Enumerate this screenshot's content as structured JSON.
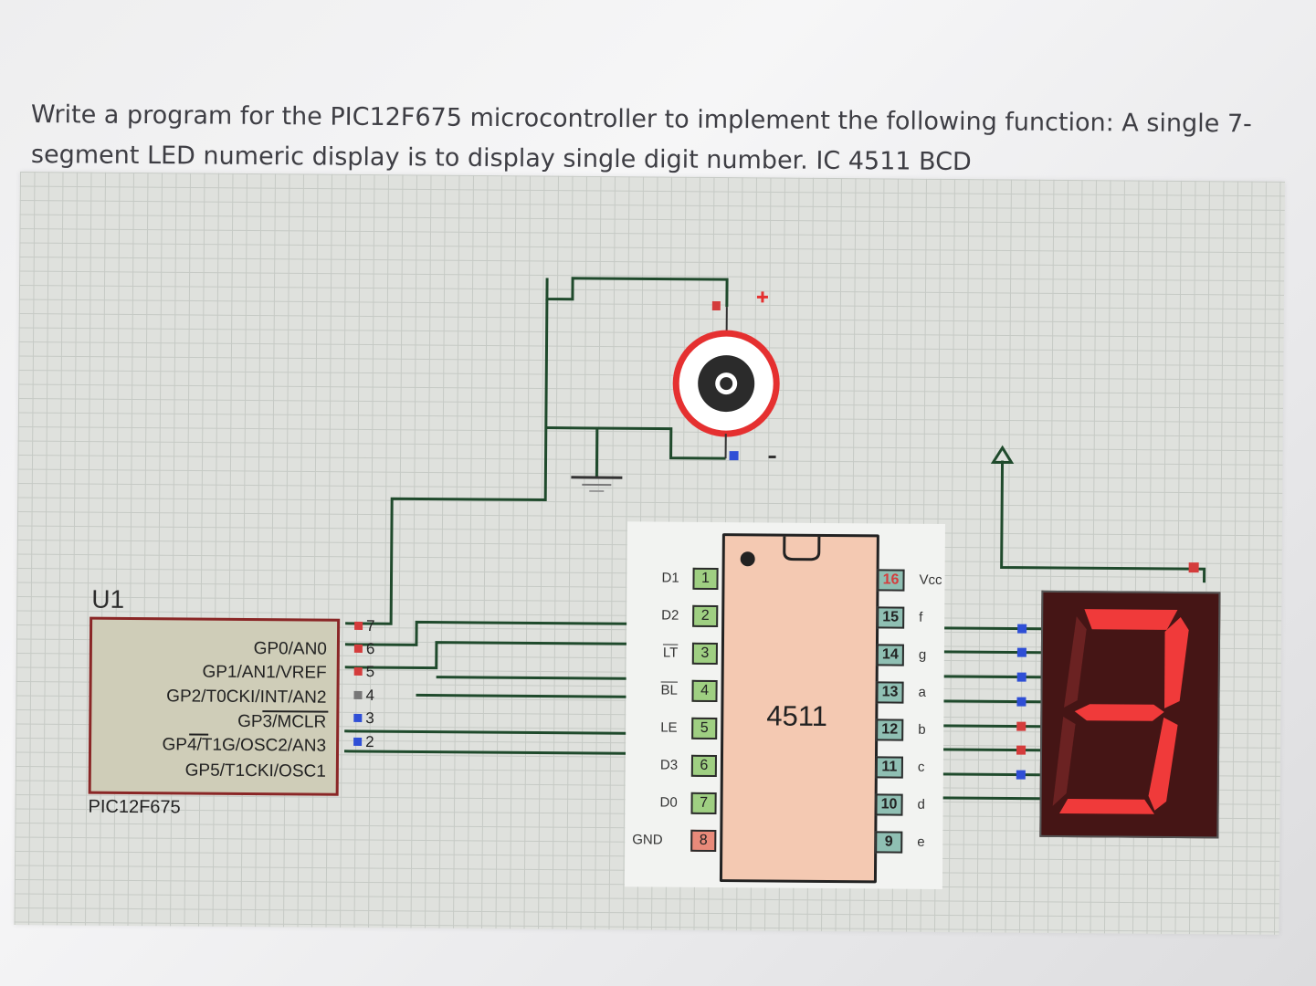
{
  "question": {
    "line1": "Write a program for the PIC12F675 microcontroller to implement the following function: A single 7-",
    "line2": "segment LED numeric display is to display single digit number. IC 4511 BCD"
  },
  "mcu": {
    "ref": "U1",
    "part": "PIC12F675",
    "pins": [
      {
        "name": "GP0/AN0",
        "num": "7"
      },
      {
        "name": "GP1/AN1/VREF",
        "num": "6"
      },
      {
        "name": "GP2/T0CKI/INT/AN2",
        "num": "5"
      },
      {
        "name": "GP3/MCLR",
        "num": "4"
      },
      {
        "name": "GP4/T1G/OSC2/AN3",
        "num": "3"
      },
      {
        "name": "GP5/T1CKI/OSC1",
        "num": "2"
      }
    ]
  },
  "decoder": {
    "name": "4511",
    "left_pins": [
      {
        "label": "D1",
        "num": "1"
      },
      {
        "label": "D2",
        "num": "2"
      },
      {
        "label": "LT",
        "num": "3"
      },
      {
        "label": "BL",
        "num": "4"
      },
      {
        "label": "LE",
        "num": "5"
      },
      {
        "label": "D3",
        "num": "6"
      },
      {
        "label": "D0",
        "num": "7"
      },
      {
        "label": "GND",
        "num": "8"
      }
    ],
    "right_pins": [
      {
        "label": "Vcc",
        "num": "16"
      },
      {
        "label": "f",
        "num": "15"
      },
      {
        "label": "g",
        "num": "14"
      },
      {
        "label": "a",
        "num": "13"
      },
      {
        "label": "b",
        "num": "12"
      },
      {
        "label": "c",
        "num": "11"
      },
      {
        "label": "d",
        "num": "10"
      },
      {
        "label": "e",
        "num": "9"
      }
    ]
  },
  "battery": {
    "plus": "+",
    "minus": "-"
  },
  "display": {
    "digit": "3"
  },
  "colors": {
    "wire": "#1f4a2c",
    "segment_on": "#f03a3a",
    "segment_off": "#6b2222",
    "pin_blue": "#2f4fd6",
    "pin_red": "#d43c3c"
  }
}
